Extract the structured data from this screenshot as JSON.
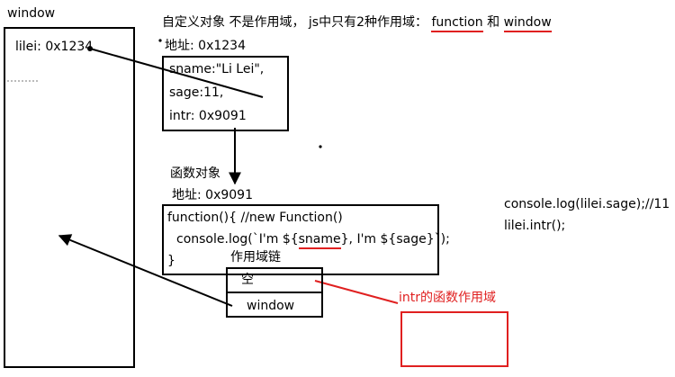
{
  "window_frame": {
    "title": "window",
    "var_line": "lilei:  0x1234"
  },
  "top_note": {
    "prefix": "自定义对象  不是作用域，  js中只有2种作用域：  ",
    "kw1": "function",
    "mid": " 和 ",
    "kw2": "window"
  },
  "object_box": {
    "address": "地址: 0x1234",
    "lines": [
      "sname:\"Li Lei\",",
      "sage:11,",
      "intr: 0x9091"
    ]
  },
  "func_box": {
    "caption": "函数对象",
    "address": "地址: 0x9091",
    "line1": "function(){ //new Function()",
    "line2_a": "console.log(`I'm ${",
    "line2_b": "sname",
    "line2_c": "}, I'm ${sage}`);",
    "line3": "}"
  },
  "scope_chain": {
    "title": "作用域链",
    "cells": [
      "空",
      "window"
    ]
  },
  "annotation": {
    "text": "intr的函数作用域",
    "color": "#e02020"
  },
  "code": {
    "line1": "console.log(lilei.sage);//11",
    "line2": "lilei.intr();"
  }
}
